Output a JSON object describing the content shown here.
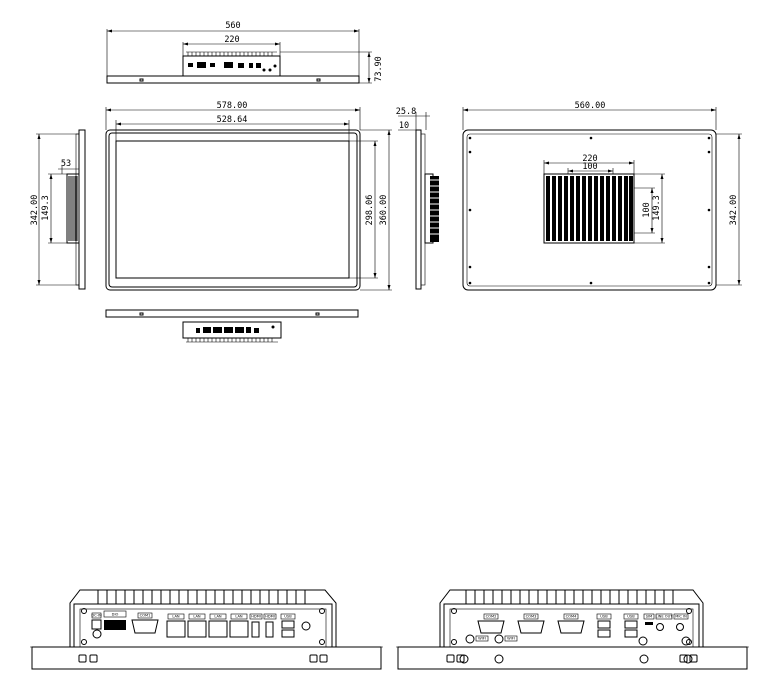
{
  "top_view": {
    "width": "560",
    "io_width": "220",
    "depth": "73.90"
  },
  "front_view": {
    "outer_width": "578.00",
    "screen_width": "528.64",
    "height": "342.00",
    "screen_height": "298.06",
    "outer_height": "360.00",
    "bracket_width": "53",
    "bracket_height": "149.3"
  },
  "side_view": {
    "depth": "25.8",
    "bezel": "10"
  },
  "rear_view": {
    "width": "560.00",
    "height": "342.00",
    "box_width": "220",
    "vesa_width": "100",
    "vesa_height": "100",
    "box_height": "149.3"
  },
  "left_io_panel": {
    "ports": [
      "DC-IN",
      "DIO",
      "COM1",
      "LAN",
      "LAN",
      "LAN",
      "LAN",
      "HDMI",
      "HDMI",
      "USB"
    ]
  },
  "right_io_panel": {
    "ports": [
      "COM2",
      "COM3",
      "COM4",
      "USB",
      "USB",
      "SIM",
      "LINE OUT",
      "MIC IN",
      "WIFI",
      "WIFI"
    ]
  }
}
